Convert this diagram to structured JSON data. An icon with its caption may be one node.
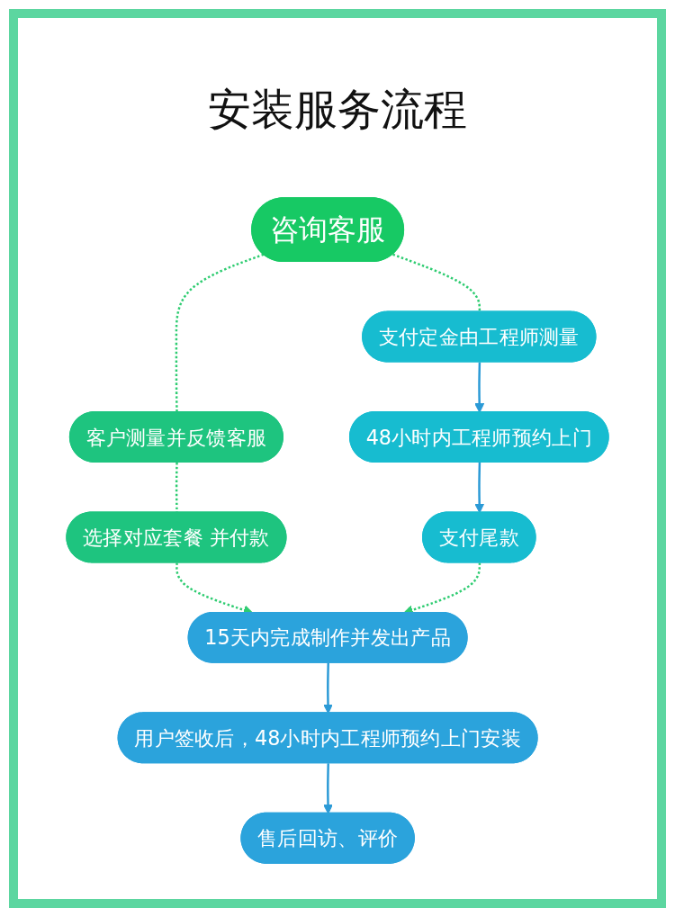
{
  "diagram": {
    "title": "安装服务流程",
    "nodes": [
      {
        "text": [
          "咨询客服"
        ]
      },
      {
        "text": [
          "客户测量并反馈客服"
        ]
      },
      {
        "text": [
          "支付定金由工程师测量"
        ]
      },
      {
        "text": [
          "48小时内工程师预约上门"
        ]
      },
      {
        "text": [
          "选择对应套餐 并付款"
        ]
      },
      {
        "text": [
          "支付尾款"
        ]
      },
      {
        "text": [
          "15天内完成制作并发出产品"
        ]
      },
      {
        "text": [
          "用户签收后，48小时内工程师预约上门安装"
        ]
      },
      {
        "text": [
          "售后回访、评价"
        ]
      }
    ],
    "edges": [
      {
        "from": 0,
        "to": 1,
        "arrow": "none",
        "style": "dashed"
      },
      {
        "from": 0,
        "to": 2,
        "arrow": "none",
        "style": "dashed"
      },
      {
        "from": 1,
        "to": 4,
        "arrow": "none",
        "style": "dashed"
      },
      {
        "from": 2,
        "to": 3,
        "arrow": "to",
        "color": "#2b9ad6"
      },
      {
        "from": 3,
        "to": 5,
        "arrow": "to",
        "color": "#2b9ad6"
      },
      {
        "from": 4,
        "to": 6,
        "arrow": "to",
        "style": "dashed"
      },
      {
        "from": 5,
        "to": 6,
        "arrow": "to",
        "style": "dashed"
      },
      {
        "from": 6,
        "to": 7,
        "arrow": "to",
        "color": "#2b9ad6"
      },
      {
        "from": 7,
        "to": 8,
        "arrow": "to",
        "color": "#2b9ad6"
      }
    ]
  }
}
